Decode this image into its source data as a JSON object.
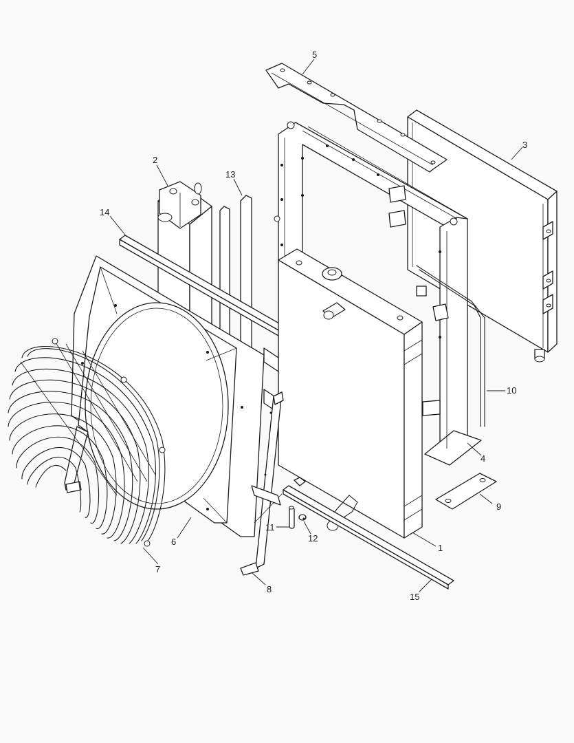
{
  "callouts": {
    "c1": "1",
    "c2": "2",
    "c3": "3",
    "c4": "4",
    "c5": "5",
    "c6": "6",
    "c7": "7",
    "c8": "8",
    "c9": "9",
    "c10": "10",
    "c11": "11",
    "c12": "12",
    "c13": "13",
    "c14": "14",
    "c15": "15"
  },
  "colors": {
    "line": "#1a1a1a",
    "fill": "#ffffff",
    "background": "#fafafa"
  }
}
